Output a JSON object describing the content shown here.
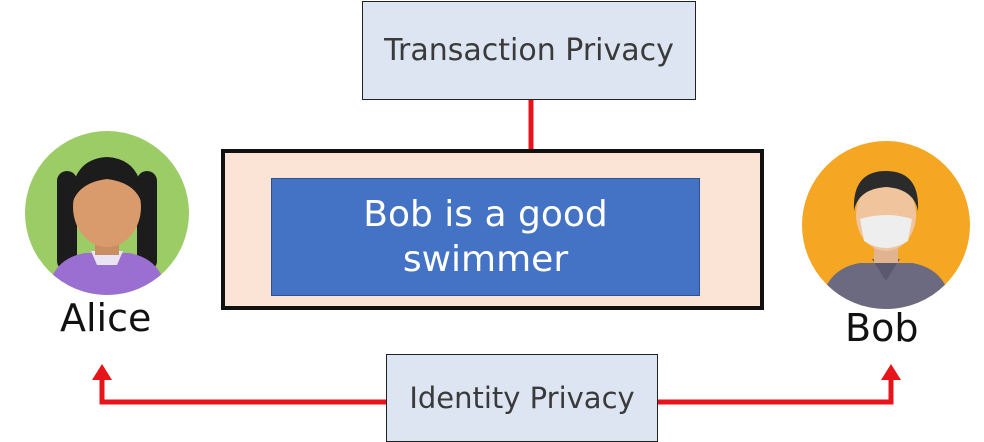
{
  "diagram": {
    "transaction_privacy_label": "Transaction Privacy",
    "identity_privacy_label": "Identity Privacy",
    "message_text": "Bob is a good swimmer",
    "sender": {
      "name": "Alice",
      "avatar_icon": "alice-avatar-icon"
    },
    "receiver": {
      "name": "Bob",
      "avatar_icon": "bob-avatar-icon"
    },
    "colors": {
      "arrow": "#e8141c",
      "label_box": "#dde5f3",
      "message_box": "#4472c4",
      "outer_frame": "#fbe3d6",
      "alice_circle": "#9ccc65",
      "bob_circle": "#f5a623"
    }
  }
}
